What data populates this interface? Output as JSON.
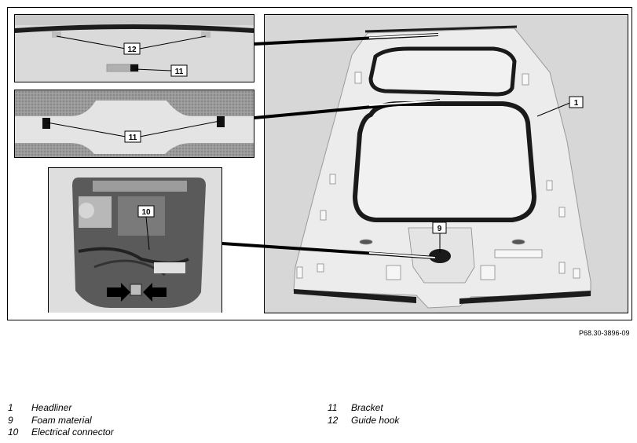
{
  "callouts": {
    "headliner": "1",
    "foam": "9",
    "connector": "10",
    "bracket_top": "11",
    "bracket_mid": "11",
    "guide_hook": "12"
  },
  "reference": "P68.30-3896-09",
  "legend": {
    "left": [
      {
        "num": "1",
        "text": "Headliner"
      },
      {
        "num": "9",
        "text": "Foam material"
      },
      {
        "num": "10",
        "text": "Electrical connector"
      }
    ],
    "right": [
      {
        "num": "11",
        "text": "Bracket"
      },
      {
        "num": "12",
        "text": "Guide hook"
      }
    ]
  },
  "colors": {
    "panel_bg": "#d7d7d7",
    "headliner": "#ececec",
    "seal": "#1c1c1c",
    "foam": "#1a1a1a",
    "line": "#000000"
  }
}
